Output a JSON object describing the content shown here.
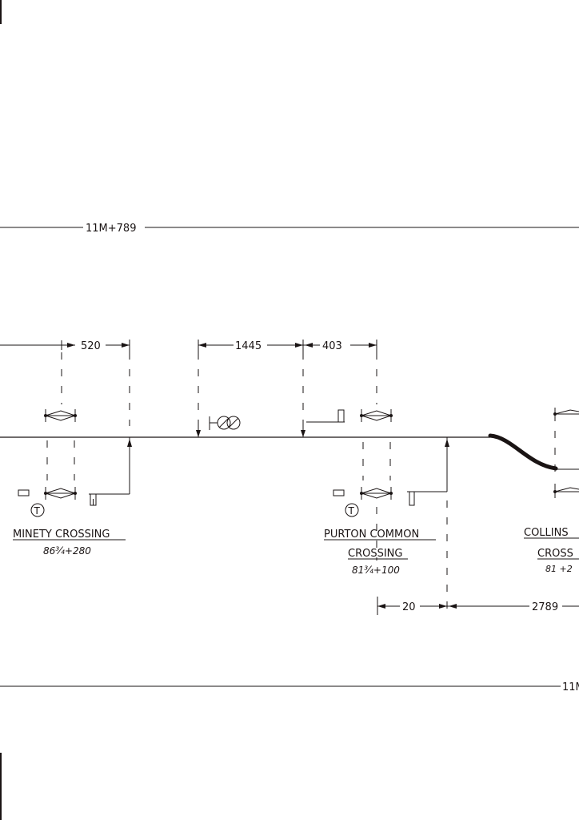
{
  "drawing": {
    "top_mileage": "11M+789",
    "bottom_mileage": "11M",
    "dimensions": {
      "d520": "520",
      "d1445": "1445",
      "d403": "403",
      "d20": "20",
      "d2789": "2789"
    },
    "crossings": [
      {
        "name_line1": "MINETY CROSSING",
        "mileage": "86¾+280"
      },
      {
        "name_line1": "PURTON COMMON",
        "name_line2": "CROSSING",
        "mileage": "81¾+100"
      },
      {
        "name_line1": "COLLINS",
        "name_line2": "CROSS",
        "mileage": "81 +2"
      }
    ],
    "telephone_symbol": "T",
    "icons": [
      "barrier-icon",
      "telephone-icon",
      "level-crossing-warning-icon",
      "signal-icon",
      "relay-box-icon"
    ],
    "colors": {
      "ink": "#1a1414",
      "paper": "#ffffff"
    }
  }
}
